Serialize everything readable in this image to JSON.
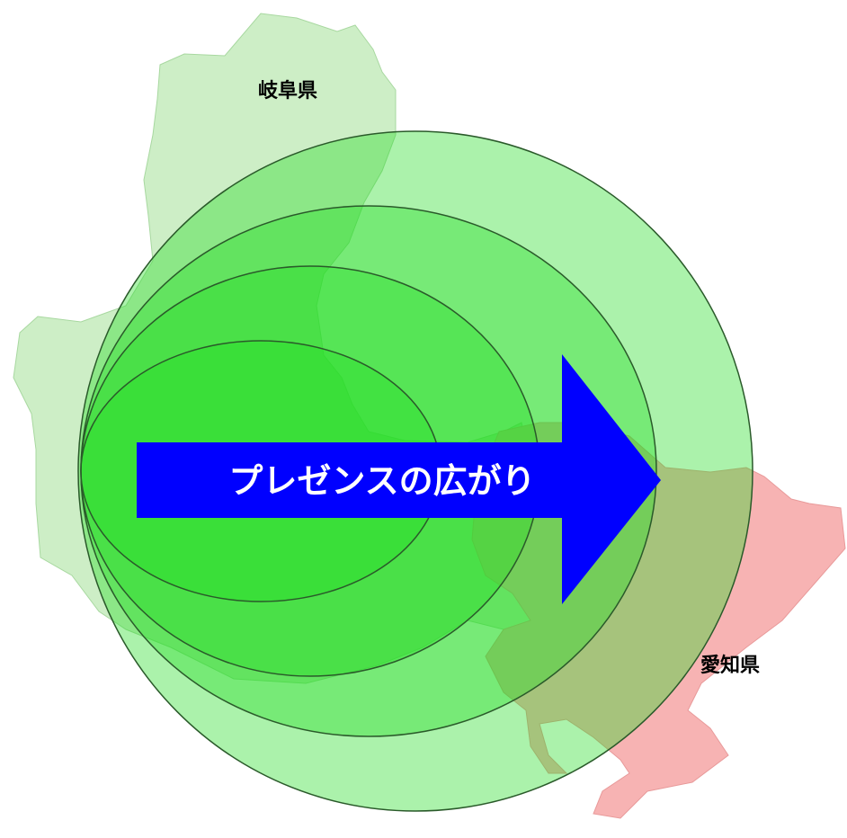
{
  "regions": {
    "gifu": {
      "label": "岐阜県",
      "color": "#cdeec6"
    },
    "aichi": {
      "label": "愛知県",
      "color": "#f7b3b3"
    }
  },
  "presence": {
    "label": "プレゼンスの広がり",
    "arrow_color": "#0000ff",
    "ring_color": "#22dd22",
    "ring_stroke": "#2a5a2a"
  }
}
